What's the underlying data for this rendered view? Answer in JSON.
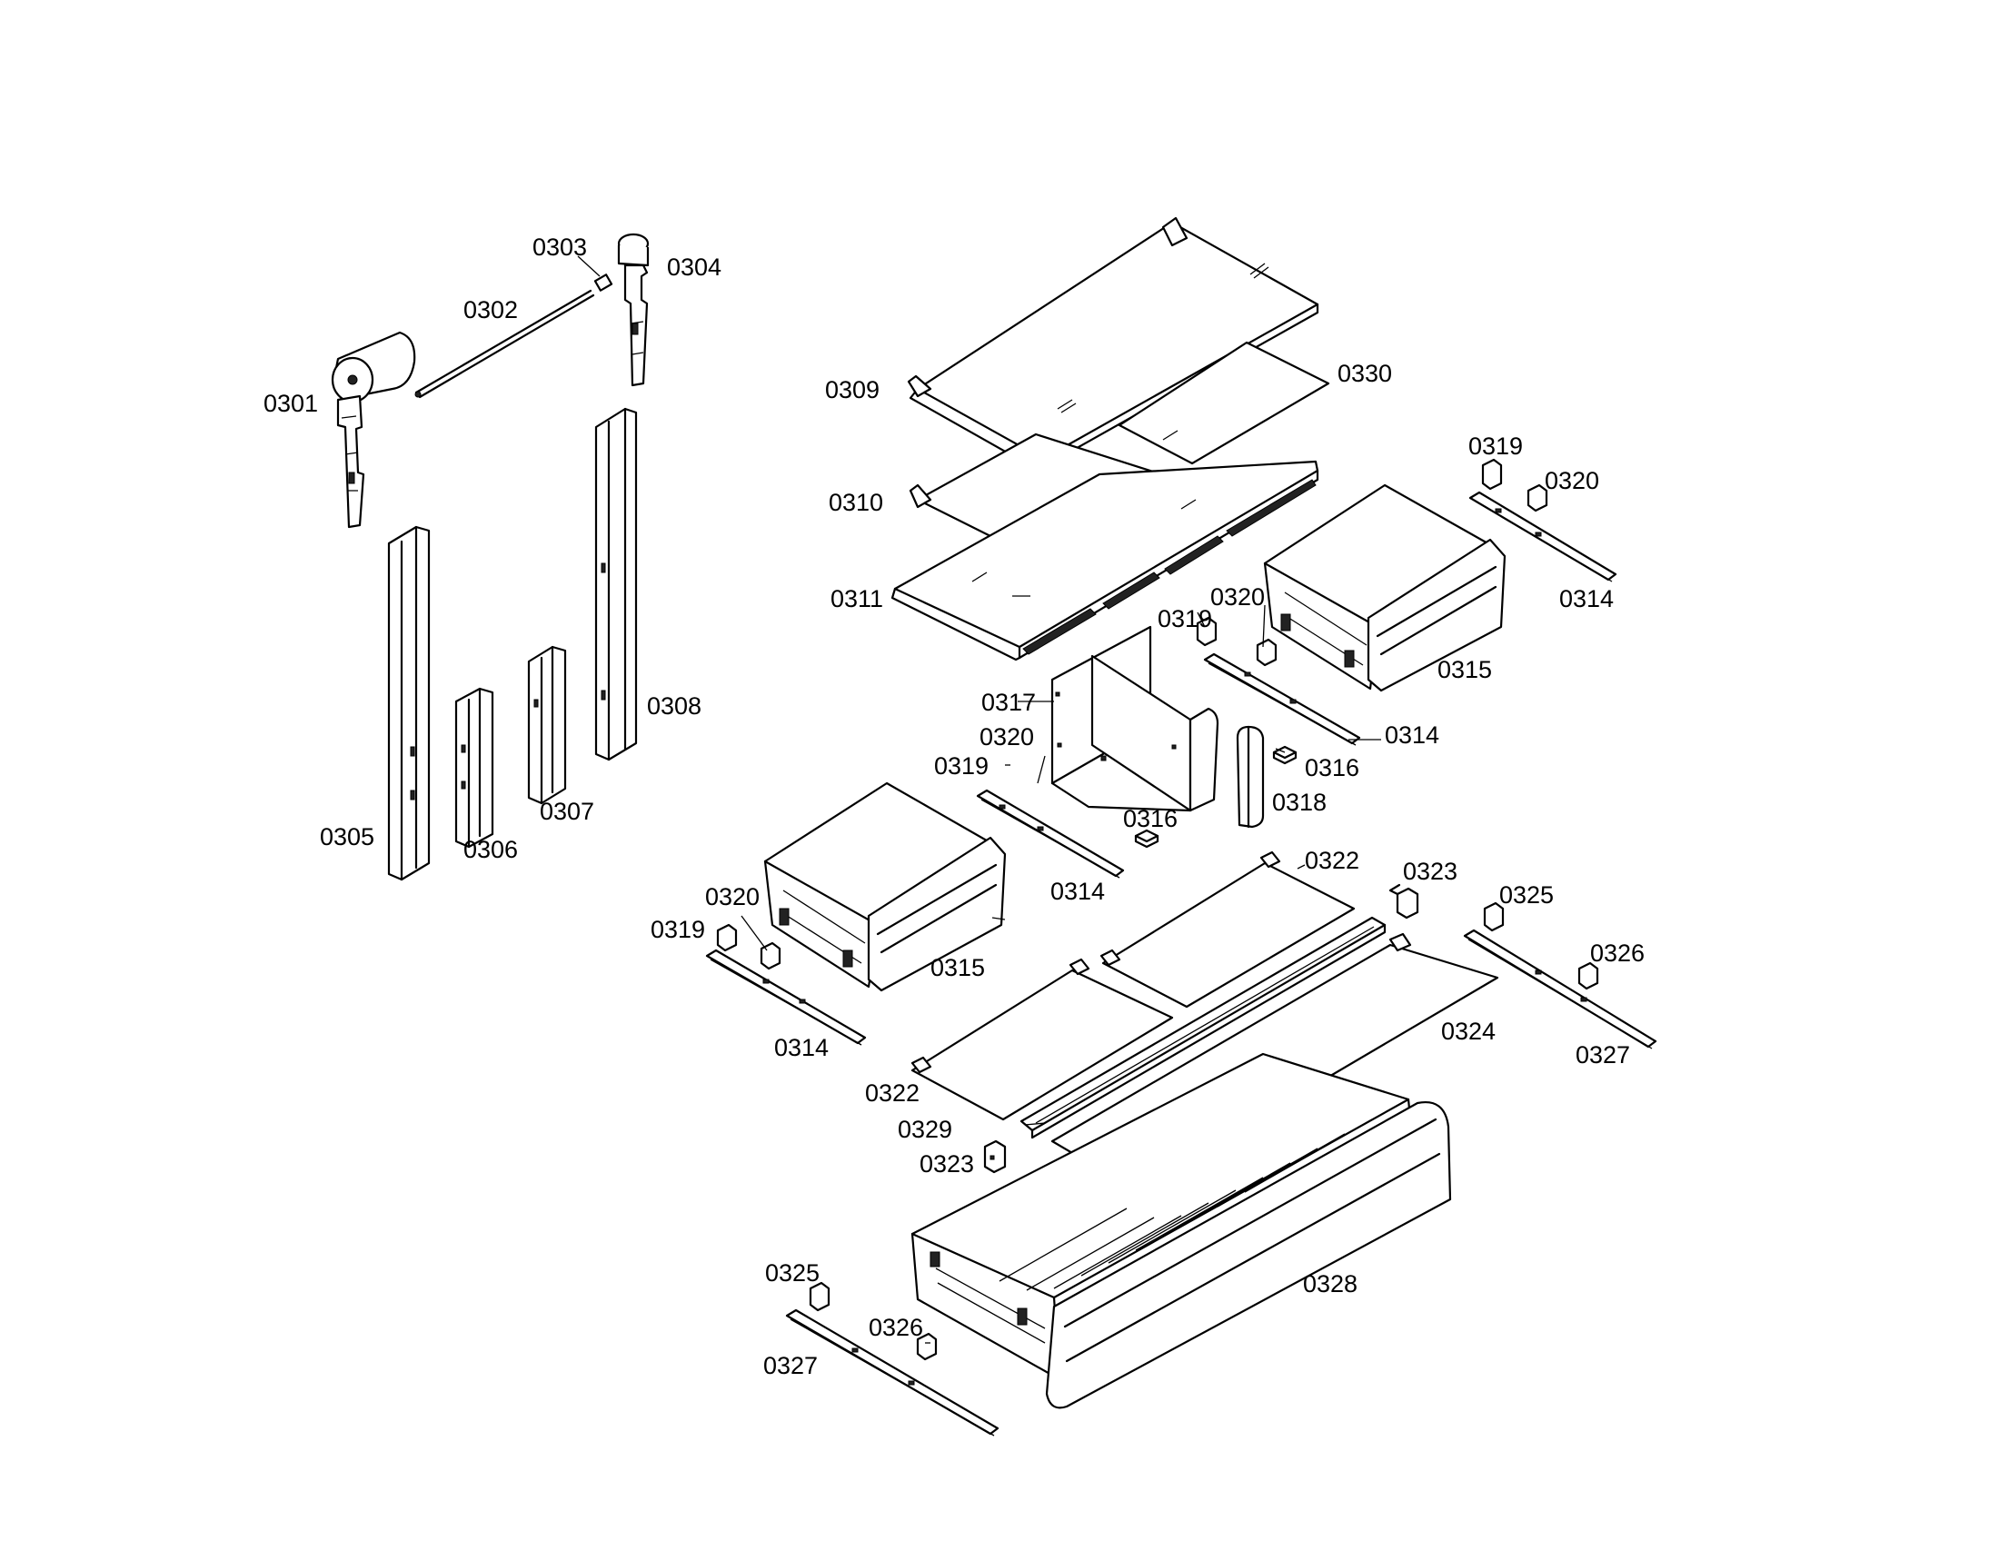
{
  "diagram": {
    "labels": {
      "p0301": "0301",
      "p0302": "0302",
      "p0303": "0303",
      "p0304": "0304",
      "p0305": "0305",
      "p0306": "0306",
      "p0307": "0307",
      "p0308": "0308",
      "p0309": "0309",
      "p0310": "0310",
      "p0311": "0311",
      "p0314": "0314",
      "p0315": "0315",
      "p0316": "0316",
      "p0317": "0317",
      "p0318": "0318",
      "p0319": "0319",
      "p0320": "0320",
      "p0322": "0322",
      "p0323": "0323",
      "p0324": "0324",
      "p0325": "0325",
      "p0326": "0326",
      "p0327": "0327",
      "p0328": "0328",
      "p0329": "0329",
      "p0330": "0330"
    }
  }
}
